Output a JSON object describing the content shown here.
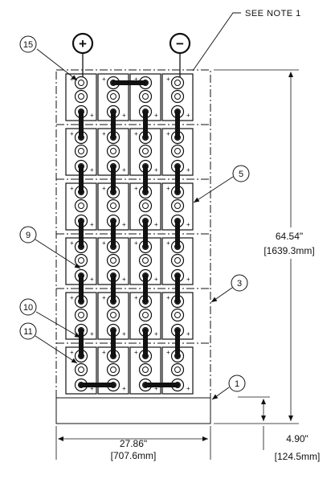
{
  "note_label": "SEE NOTE 1",
  "terminals": {
    "positive": "+",
    "negative": "−"
  },
  "balloons": [
    {
      "id": "b15",
      "label": "15"
    },
    {
      "id": "b5",
      "label": "5"
    },
    {
      "id": "b9",
      "label": "9"
    },
    {
      "id": "b3",
      "label": "3"
    },
    {
      "id": "b10",
      "label": "10"
    },
    {
      "id": "b11",
      "label": "11"
    },
    {
      "id": "b1",
      "label": "1"
    }
  ],
  "dimensions": {
    "height_in": "64.54\"",
    "height_mm": "[1639.3mm]",
    "width_in": "27.86\"",
    "width_mm": "[707.6mm]",
    "base_in": "4.90\"",
    "base_mm": "[124.5mm]"
  },
  "cell_plus": "+",
  "layout": {
    "tiers": 6,
    "cells_per_tier": 4
  }
}
